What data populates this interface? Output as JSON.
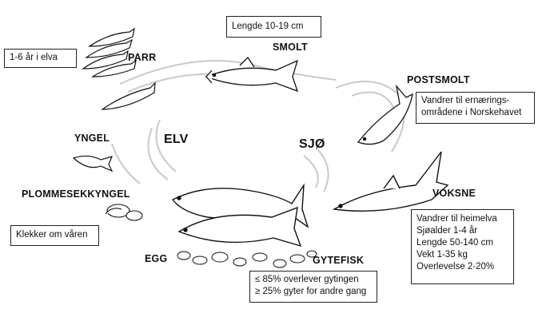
{
  "stages": {
    "parr": "PARR",
    "smolt": "SMOLT",
    "postsmolt": "POSTSMOLT",
    "yngel": "YNGEL",
    "plommesekkyngel": "PLOMMESEKKYNGEL",
    "egg": "EGG",
    "gytefisk": "GYTEFISK",
    "voksne": "VOKSNE"
  },
  "habitats": {
    "river": "ELV",
    "sea": "SJØ"
  },
  "boxes": {
    "parr_years": "1-6  år i elva",
    "smolt_length": "Lengde 10-19 cm",
    "postsmolt_info": [
      "Vandrer til ernærings-",
      "områdene i Norskehavet"
    ],
    "hatching": "Klekker om våren",
    "adult_info": [
      "Vandrer til heimelva",
      "Sjøalder 1-4 år",
      "Lengde 50-140 cm",
      "Vekt 1-35 kg",
      "Overlevelse 2-20%"
    ],
    "spawning": [
      "≤ 85% overlever gytingen",
      "≥ 25% gyter for andre gang"
    ]
  }
}
